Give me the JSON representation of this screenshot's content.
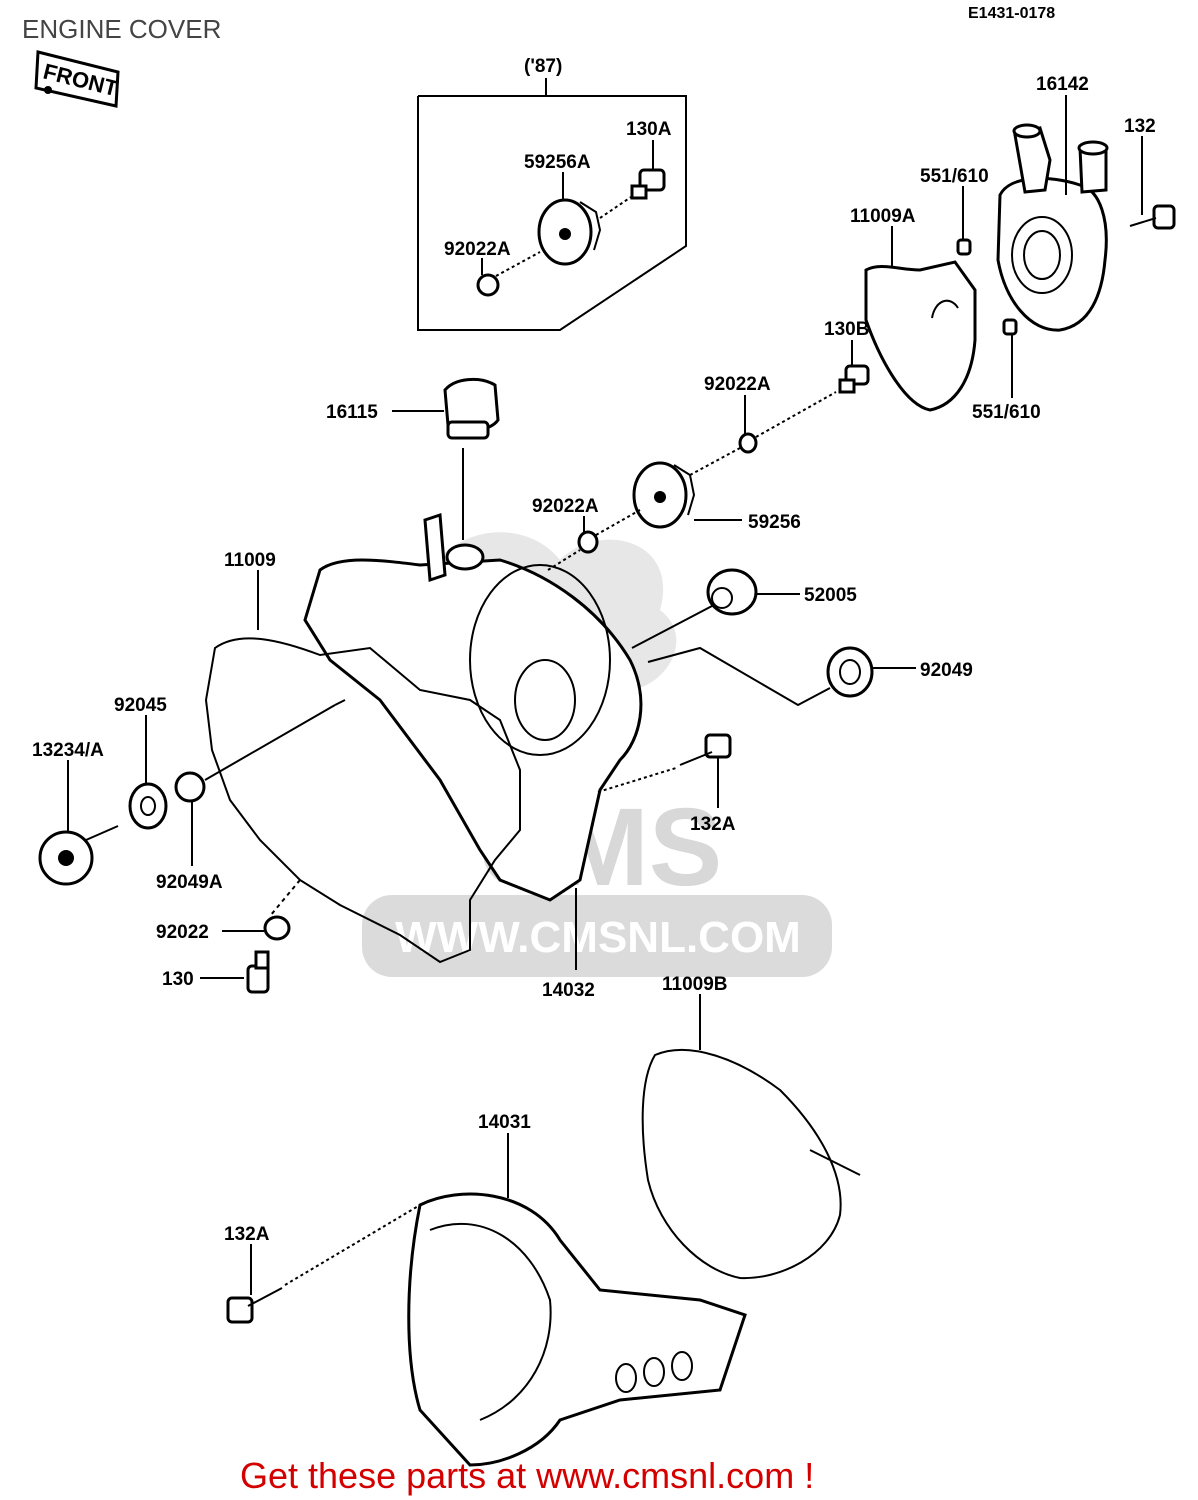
{
  "title": "ENGINE COVER",
  "diagram_code": "E1431-0178",
  "front_label": "FRONT",
  "group_label": "('87)",
  "watermark": {
    "logo": "CMS",
    "url": "WWW.CMSNL.COM"
  },
  "footer": "Get these parts at www.cmsnl.com !",
  "parts": {
    "p16142": "16142",
    "p132_top": "132",
    "p551_610_a": "551/610",
    "p11009A": "11009A",
    "p130A": "130A",
    "p59256A": "59256A",
    "p92022A_group": "92022A",
    "p130B": "130B",
    "p92022A_upper": "92022A",
    "p551_610_b": "551/610",
    "p16115": "16115",
    "p92022A_mid": "92022A",
    "p59256": "59256",
    "p11009": "11009",
    "p52005": "52005",
    "p92049": "92049",
    "p92045": "92045",
    "p13234A": "13234/A",
    "p92049A": "92049A",
    "p132A_right": "132A",
    "p92022": "92022",
    "p130": "130",
    "p14032": "14032",
    "p11009B": "11009B",
    "p14031": "14031",
    "p132A_bottom": "132A"
  }
}
